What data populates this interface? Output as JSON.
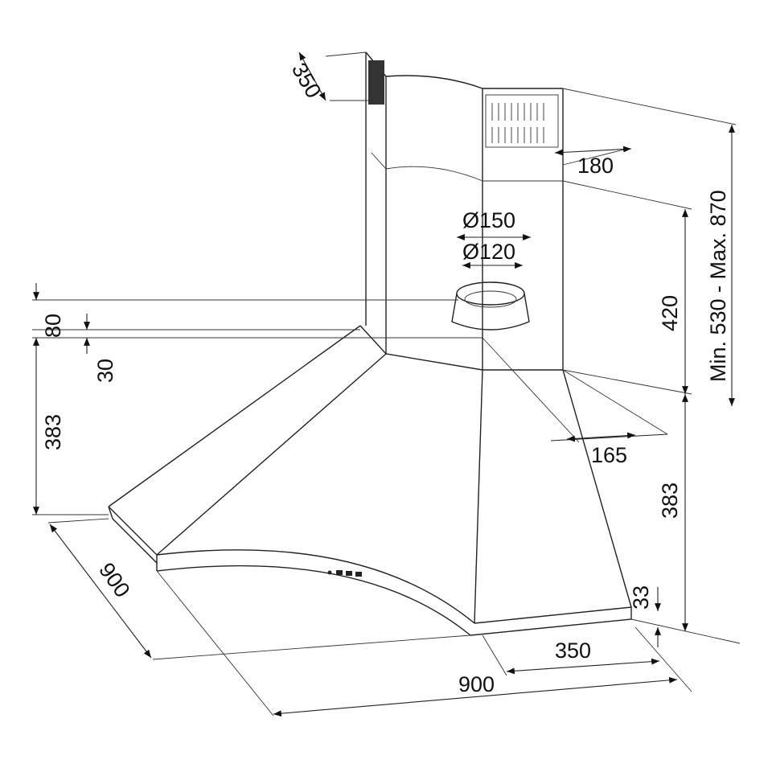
{
  "title": "Corner cooker hood dimension drawing",
  "units": "mm",
  "dimensions": {
    "chimney_depth": "350",
    "vent_width": "180",
    "outlet_outer": "Ø150",
    "outlet_inner": "Ø120",
    "chimney_height_range": "Min. 530 - Max. 870",
    "upper_chimney": "420",
    "collar_height": "80",
    "collar_offset": "30",
    "hood_height_left": "383",
    "hood_height_right": "383",
    "chimney_offset": "165",
    "trim_height": "33",
    "side_width_left": "900",
    "front_width": "350",
    "side_width_bottom": "900"
  }
}
